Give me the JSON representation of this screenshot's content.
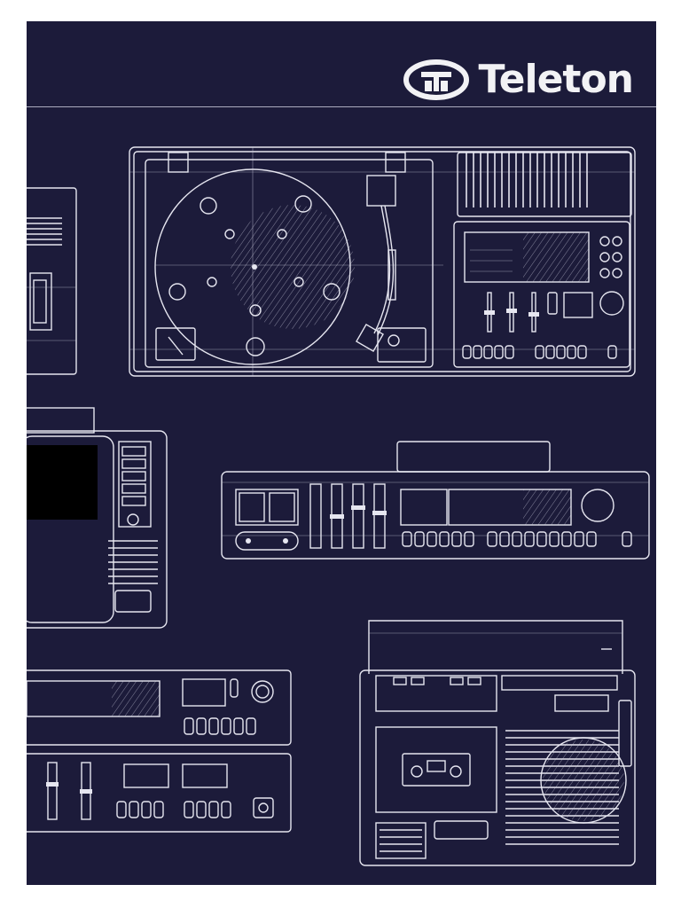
{
  "brand": {
    "name": "Teleton",
    "logo_icon": "teleton-logo-mark"
  },
  "colors": {
    "background": "#1c1b3a",
    "line_art": "#e6e6f0"
  },
  "illustrations": [
    "turntable-music-center",
    "stereo-receiver",
    "portable-tv",
    "radio-cassette-recorder",
    "cassette-deck"
  ]
}
